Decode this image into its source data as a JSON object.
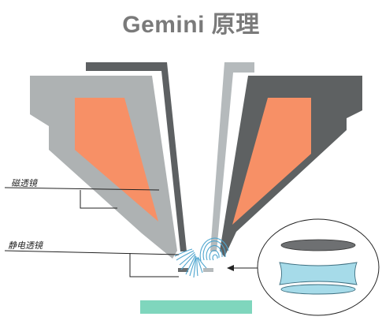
{
  "title": "Gemini 原理",
  "labels": {
    "magnetic_lens": "磁透镜",
    "electrostatic_lens": "静电透镜"
  },
  "colors": {
    "outer_housing": "#aeb2b3",
    "inner_housing": "#5e6162",
    "coil": "#f79066",
    "liner_dark": "#5d6062",
    "liner_light": "#b5babc",
    "electron_beam": "#4fa6cf",
    "optic_fill": "#a6dbe9",
    "sample": "#7fd6bd"
  }
}
